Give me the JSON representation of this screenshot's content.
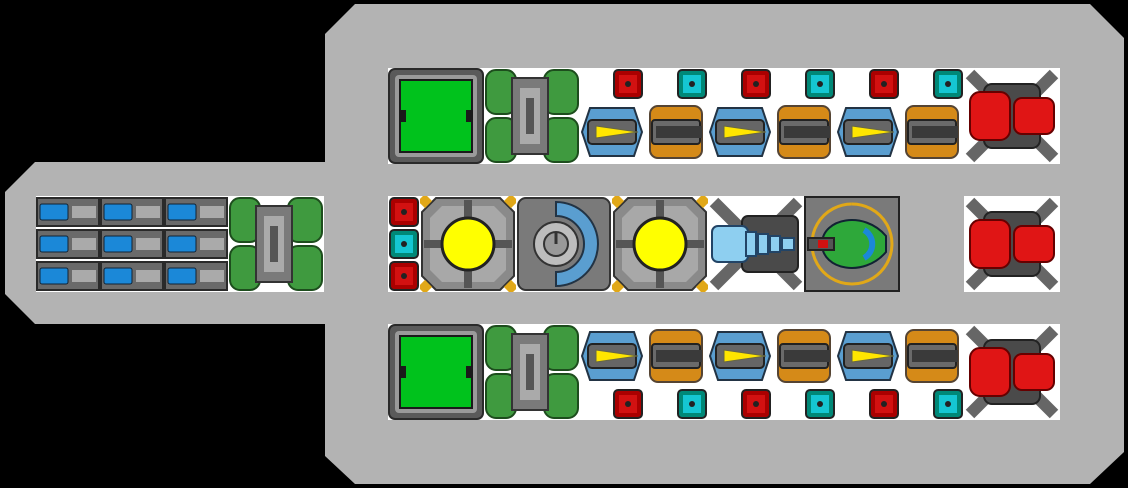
{
  "canvas": {
    "background": "#000000"
  },
  "colors": {
    "hull": "#b3b3b3",
    "floor": "#ffffff",
    "green_block": "#00c21c",
    "green_tank": "#3f9a3f",
    "red_cap": "#d21111",
    "cyan_cap": "#15c6d2",
    "blue_cell": "#1b88d8",
    "yellow_core": "#ffff00",
    "metal_dark": "#505050",
    "metal_mid": "#8a8a8a",
    "red_thruster": "#e01515",
    "orange_frame": "#d58a18",
    "blue_frame": "#5a9ed0",
    "light_blue": "#8ecff0"
  },
  "ship": {
    "top_row": {
      "block": "green-square-block",
      "tank": "green-tank",
      "caps": [
        "red",
        "cyan",
        "red",
        "cyan",
        "red",
        "cyan"
      ],
      "cannons": [
        "blue",
        "orange",
        "blue",
        "orange",
        "blue",
        "orange"
      ],
      "end": "red-thruster"
    },
    "mid_row": {
      "caps": [
        "red",
        "cyan",
        "red"
      ],
      "modules": [
        "yellow-reactor",
        "shield-generator",
        "yellow-reactor",
        "blue-drill",
        "green-turret"
      ],
      "end": "red-thruster"
    },
    "bottom_row": {
      "block": "green-square-block",
      "tank": "green-tank",
      "caps": [
        "red",
        "cyan",
        "red",
        "cyan",
        "red",
        "cyan"
      ],
      "cannons": [
        "blue",
        "orange",
        "blue",
        "orange",
        "blue",
        "orange"
      ],
      "end": "red-thruster"
    },
    "left_wing": {
      "battery_rows": 3,
      "battery_cols": 3,
      "tank": "green-tank"
    }
  }
}
